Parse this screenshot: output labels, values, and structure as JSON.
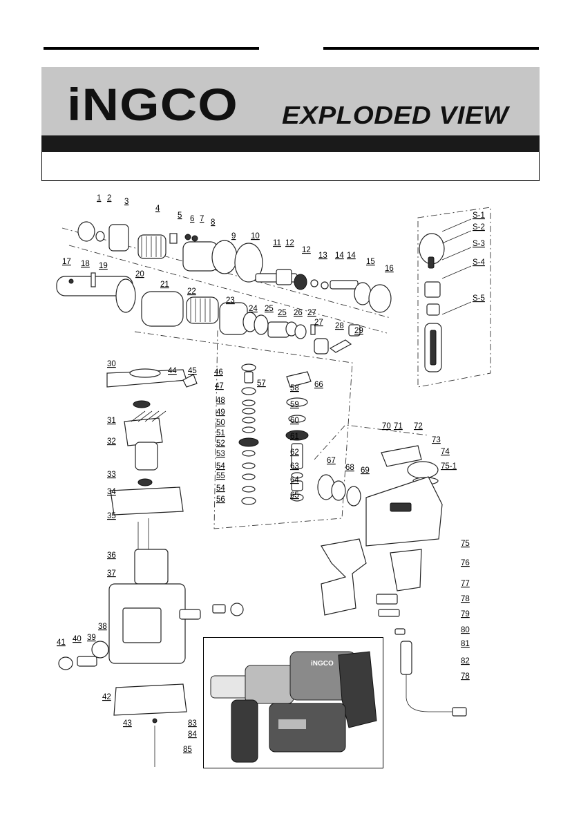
{
  "header": {
    "brand_logo": "iNGCO",
    "title": "EXPLODED VIEW"
  },
  "parts": {
    "main": [
      "1",
      "2",
      "3",
      "4",
      "5",
      "6",
      "7",
      "8",
      "9",
      "10",
      "11",
      "12",
      "12",
      "13",
      "14",
      "14",
      "15",
      "16",
      "17",
      "18",
      "19",
      "20",
      "21",
      "22",
      "23",
      "24",
      "25",
      "25",
      "26",
      "27",
      "27",
      "28",
      "29",
      "30",
      "31",
      "32",
      "33",
      "34",
      "35",
      "36",
      "37",
      "38",
      "39",
      "40",
      "41",
      "42",
      "43",
      "44",
      "45",
      "46",
      "47",
      "48",
      "49",
      "50",
      "51",
      "52",
      "53",
      "54",
      "55",
      "54",
      "56",
      "57",
      "58",
      "59",
      "60",
      "61",
      "62",
      "63",
      "64",
      "65",
      "66",
      "67",
      "68",
      "69",
      "70",
      "71",
      "72",
      "73",
      "74",
      "75-1",
      "75",
      "76",
      "77",
      "78",
      "79",
      "80",
      "81",
      "82",
      "78",
      "83",
      "84",
      "85",
      "7",
      "6",
      "78"
    ],
    "side_handle": [
      "S-1",
      "S-2",
      "S-3",
      "S-4",
      "S-5"
    ]
  },
  "inset": {
    "product_logo": "iNGCO"
  },
  "colors": {
    "banner_gray": "#c6c6c6",
    "banner_strip": "#1a1a1a",
    "ink": "#000000"
  }
}
